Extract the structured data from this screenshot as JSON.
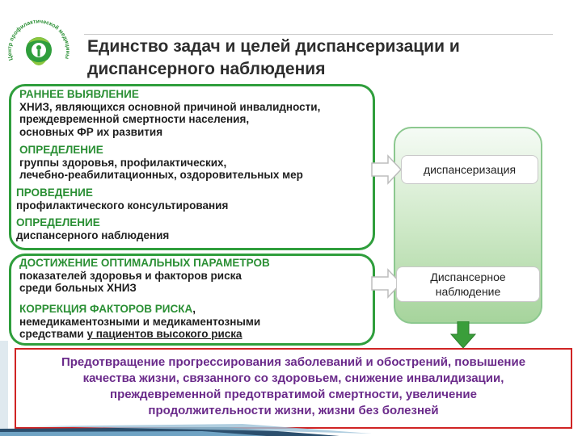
{
  "logo": {
    "text": "Центр профилактической медицины"
  },
  "title": "Единство задач и целей  диспансеризации и диспансерного наблюдения",
  "top_panel": {
    "items": [
      {
        "head": "РАННЕЕ ВЫЯВЛЕНИЕ",
        "lines": [
          "ХНИЗ, являющихся основной причиной инвалидности,",
          "преждевременной смертности населения,",
          "основных ФР их развития"
        ]
      },
      {
        "head": "ОПРЕДЕЛЕНИЕ",
        "lines": [
          "группы здоровья, профилактических,",
          "лечебно-реабилитационных, оздоровительных мер"
        ]
      },
      {
        "head": "ПРОВЕДЕНИЕ",
        "lines": [
          "профилактического консультирования"
        ]
      },
      {
        "head": "ОПРЕДЕЛЕНИЕ",
        "lines": [
          "диспансерного наблюдения"
        ]
      }
    ]
  },
  "bottom_panel": {
    "items": [
      {
        "head": "ДОСТИЖЕНИЕ ОПТИМАЛЬНЫХ ПАРАМЕТРОВ",
        "lines": [
          "показателей здоровья и факторов риска",
          "среди больных ХНИЗ"
        ]
      },
      {
        "head": "КОРРЕКЦИЯ ФАКТОРОВ РИСКА",
        "head_suffix": ",",
        "lines": [
          "немедикаментозными и медикаментозными"
        ],
        "last_line_prefix": "средствами ",
        "last_line_underlined": "у пациентов  высокого риска"
      }
    ]
  },
  "right": {
    "box1": "диспансеризация",
    "box2_line1": "Диспансерное",
    "box2_line2": "наблюдение"
  },
  "outcome": {
    "lines": [
      "Предотвращение прогрессирования заболеваний и обострений, повышение",
      "качества жизни, связанного со здоровьем, снижение инвалидизации,",
      "преждевременной  предотвратимой смертности, увеличение",
      "продолжительности  жизни, жизни без болезней"
    ]
  },
  "colors": {
    "green": "#2f9e3c",
    "red_border": "#d02424",
    "purple_text": "#6a2a8a",
    "heading_green": "#2a8f34"
  }
}
